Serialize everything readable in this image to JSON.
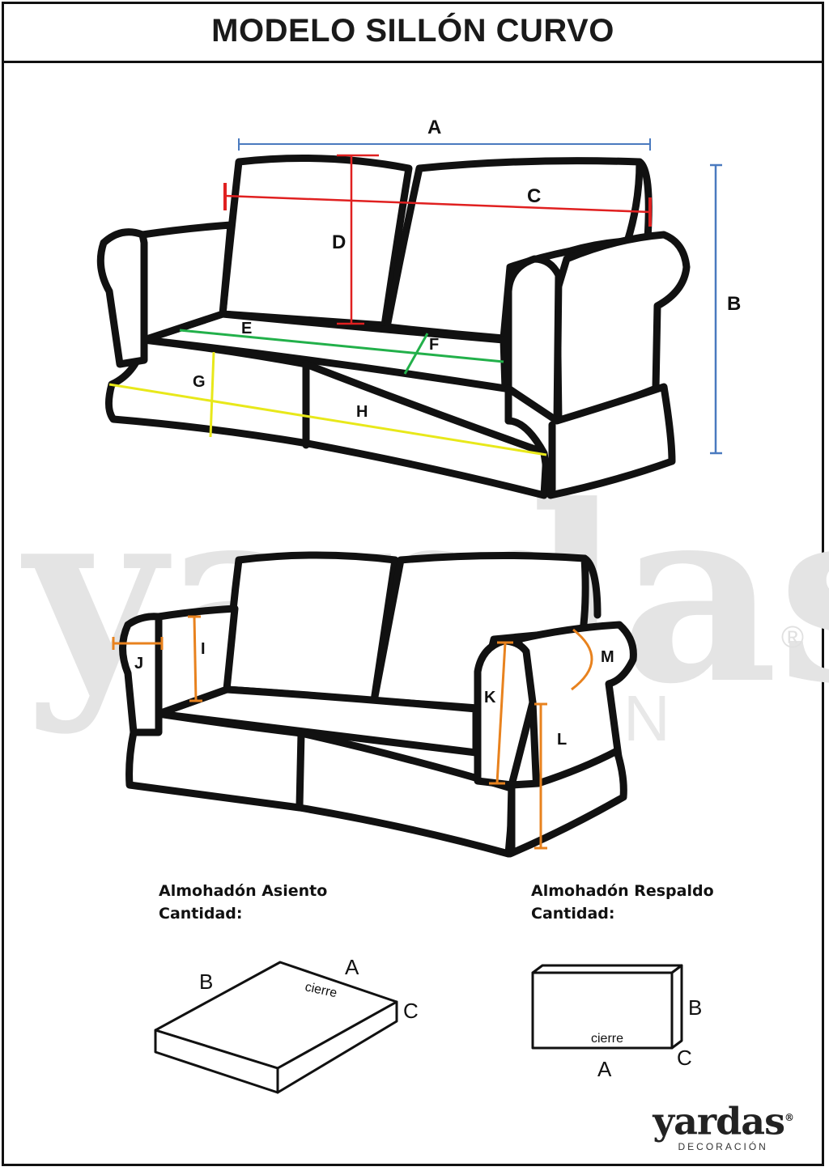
{
  "title": "MODELO SILLÓN CURVO",
  "watermark": {
    "word": "yardas",
    "registered": "®",
    "sub": "N"
  },
  "colors": {
    "outline": "#111111",
    "dimension_a_b": "#4a7abf",
    "dimension_c_d": "#e02020",
    "dimension_e_f": "#22b04a",
    "dimension_g_h": "#e8e81a",
    "dimension_ijklm": "#e8821e"
  },
  "top_view": {
    "labels": {
      "a": "A",
      "b": "B",
      "c": "C",
      "d": "D",
      "e": "E",
      "f": "F",
      "g": "G",
      "h": "H"
    }
  },
  "side_view": {
    "labels": {
      "i": "I",
      "j": "J",
      "k": "K",
      "l": "L",
      "m": "M"
    }
  },
  "seat_cushion": {
    "title": "Almohadón Asiento",
    "quantity_label": "Cantidad:",
    "labels": {
      "a": "A",
      "b": "B",
      "c": "C"
    },
    "zip_label": "cierre"
  },
  "back_cushion": {
    "title": "Almohadón Respaldo",
    "quantity_label": "Cantidad:",
    "labels": {
      "a": "A",
      "b": "B",
      "c": "C"
    },
    "zip_label": "cierre"
  },
  "brand": {
    "name": "yardas",
    "registered": "®",
    "tagline": "DECORACIÓN"
  }
}
